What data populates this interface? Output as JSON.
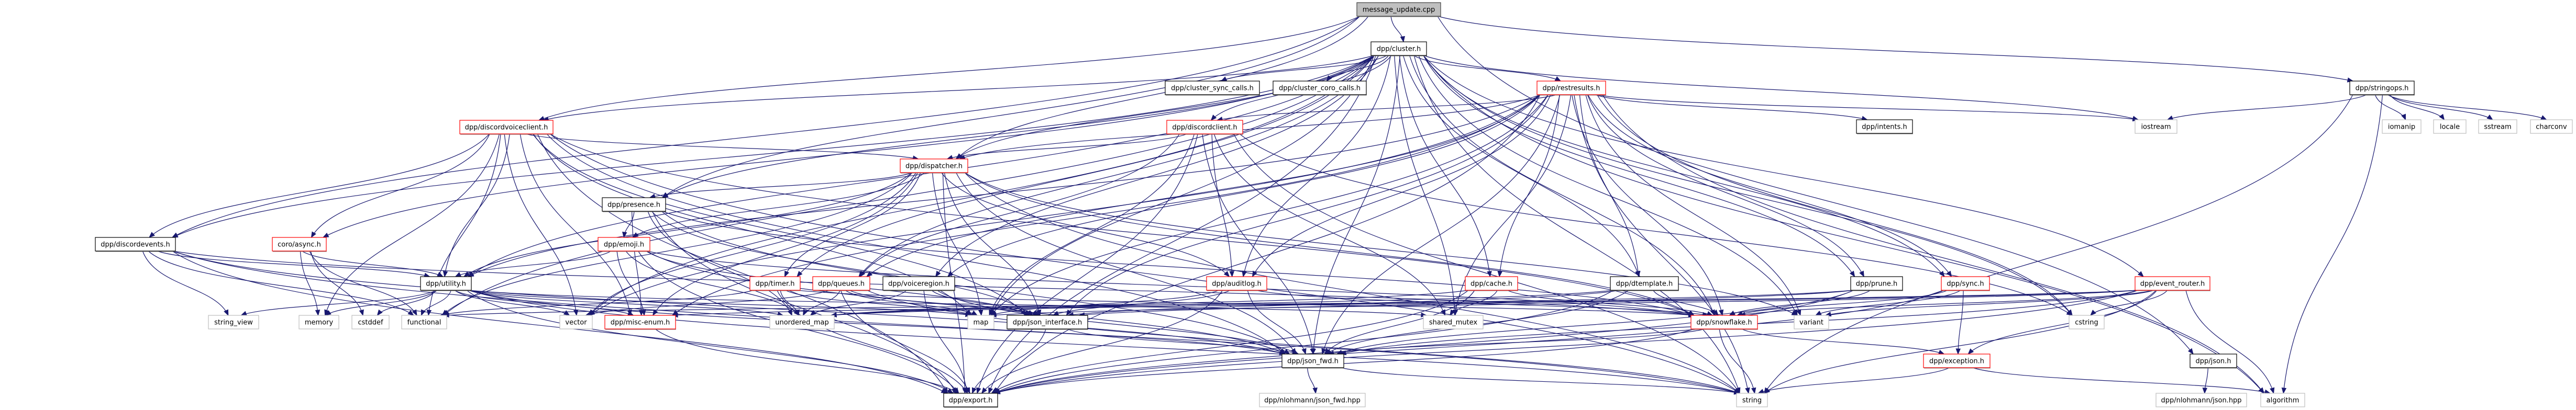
{
  "diagram": {
    "title": "message_update.cpp",
    "kind": "include-dependency-graph",
    "colors": {
      "edge": "#191970",
      "root_fill": "#bfbfbf",
      "root_border": "#404040",
      "documented_border": "#000000",
      "truncated_border": "#ff0000",
      "system_border": "#bfbfbf",
      "node_fill": "#ffffff"
    },
    "nodes": [
      {
        "id": "message_update",
        "label": "message_update.cpp",
        "style": "root"
      },
      {
        "id": "cluster",
        "label": "dpp/cluster.h",
        "style": "documented"
      },
      {
        "id": "cluster_sync_calls",
        "label": "dpp/cluster_sync_calls.h",
        "style": "documented"
      },
      {
        "id": "cluster_coro_calls",
        "label": "dpp/cluster_coro_calls.h",
        "style": "documented"
      },
      {
        "id": "restresults",
        "label": "dpp/restresults.h",
        "style": "truncated"
      },
      {
        "id": "intents",
        "label": "dpp/intents.h",
        "style": "documented"
      },
      {
        "id": "stringops",
        "label": "dpp/stringops.h",
        "style": "documented"
      },
      {
        "id": "discordvoiceclient",
        "label": "dpp/discordvoiceclient.h",
        "style": "truncated"
      },
      {
        "id": "discordclient",
        "label": "dpp/discordclient.h",
        "style": "truncated"
      },
      {
        "id": "dispatcher",
        "label": "dpp/dispatcher.h",
        "style": "truncated"
      },
      {
        "id": "presence",
        "label": "dpp/presence.h",
        "style": "documented"
      },
      {
        "id": "iostream",
        "label": "iostream",
        "style": "system"
      },
      {
        "id": "iomanip",
        "label": "iomanip",
        "style": "system"
      },
      {
        "id": "locale",
        "label": "locale",
        "style": "system"
      },
      {
        "id": "sstream",
        "label": "sstream",
        "style": "system"
      },
      {
        "id": "charconv",
        "label": "charconv",
        "style": "system"
      },
      {
        "id": "discordevents",
        "label": "dpp/discordevents.h",
        "style": "documented"
      },
      {
        "id": "async",
        "label": "coro/async.h",
        "style": "truncated"
      },
      {
        "id": "emoji",
        "label": "dpp/emoji.h",
        "style": "truncated"
      },
      {
        "id": "utility",
        "label": "dpp/utility.h",
        "style": "documented"
      },
      {
        "id": "timer",
        "label": "dpp/timer.h",
        "style": "truncated"
      },
      {
        "id": "queues",
        "label": "dpp/queues.h",
        "style": "truncated"
      },
      {
        "id": "voiceregion",
        "label": "dpp/voiceregion.h",
        "style": "documented"
      },
      {
        "id": "auditlog",
        "label": "dpp/auditlog.h",
        "style": "truncated"
      },
      {
        "id": "cache",
        "label": "dpp/cache.h",
        "style": "truncated"
      },
      {
        "id": "dtemplate",
        "label": "dpp/dtemplate.h",
        "style": "documented"
      },
      {
        "id": "prune",
        "label": "dpp/prune.h",
        "style": "documented"
      },
      {
        "id": "sync",
        "label": "dpp/sync.h",
        "style": "truncated"
      },
      {
        "id": "event_router",
        "label": "dpp/event_router.h",
        "style": "truncated"
      },
      {
        "id": "string_view",
        "label": "string_view",
        "style": "system"
      },
      {
        "id": "memory",
        "label": "memory",
        "style": "system"
      },
      {
        "id": "cstddef",
        "label": "cstddef",
        "style": "system"
      },
      {
        "id": "functional",
        "label": "functional",
        "style": "system"
      },
      {
        "id": "vector",
        "label": "vector",
        "style": "system"
      },
      {
        "id": "misc_enum",
        "label": "dpp/misc-enum.h",
        "style": "truncated"
      },
      {
        "id": "unordered_map",
        "label": "unordered_map",
        "style": "system"
      },
      {
        "id": "map",
        "label": "map",
        "style": "system"
      },
      {
        "id": "json_interface",
        "label": "dpp/json_interface.h",
        "style": "documented"
      },
      {
        "id": "shared_mutex",
        "label": "shared_mutex",
        "style": "system"
      },
      {
        "id": "snowflake",
        "label": "dpp/snowflake.h",
        "style": "truncated"
      },
      {
        "id": "variant",
        "label": "variant",
        "style": "system"
      },
      {
        "id": "cstring",
        "label": "cstring",
        "style": "system"
      },
      {
        "id": "json_fwd",
        "label": "dpp/json_fwd.h",
        "style": "documented"
      },
      {
        "id": "exception",
        "label": "dpp/exception.h",
        "style": "truncated"
      },
      {
        "id": "json",
        "label": "dpp/json.h",
        "style": "documented"
      },
      {
        "id": "export",
        "label": "dpp/export.h",
        "style": "documented"
      },
      {
        "id": "nlohmann_json_fwd",
        "label": "dpp/nlohmann/json_fwd.hpp",
        "style": "system"
      },
      {
        "id": "string",
        "label": "string",
        "style": "system"
      },
      {
        "id": "nlohmann_json",
        "label": "dpp/nlohmann/json.hpp",
        "style": "system"
      },
      {
        "id": "algorithm",
        "label": "algorithm",
        "style": "system"
      }
    ],
    "edges": [
      [
        "message_update",
        "cluster"
      ],
      [
        "message_update",
        "stringops"
      ],
      [
        "message_update",
        "discordevents"
      ],
      [
        "message_update",
        "presence"
      ],
      [
        "message_update",
        "dispatcher"
      ],
      [
        "message_update",
        "discordvoiceclient"
      ],
      [
        "message_update",
        "json"
      ],
      [
        "cluster",
        "cluster_sync_calls"
      ],
      [
        "cluster",
        "cluster_coro_calls"
      ],
      [
        "cluster",
        "restresults"
      ],
      [
        "cluster",
        "discordclient"
      ],
      [
        "cluster",
        "discordvoiceclient"
      ],
      [
        "cluster",
        "dispatcher"
      ],
      [
        "cluster",
        "discordevents"
      ],
      [
        "cluster",
        "presence"
      ],
      [
        "cluster",
        "async"
      ],
      [
        "cluster",
        "timer"
      ],
      [
        "cluster",
        "queues"
      ],
      [
        "cluster",
        "voiceregion"
      ],
      [
        "cluster",
        "auditlog"
      ],
      [
        "cluster",
        "cache"
      ],
      [
        "cluster",
        "dtemplate"
      ],
      [
        "cluster",
        "prune"
      ],
      [
        "cluster",
        "sync"
      ],
      [
        "cluster",
        "event_router"
      ],
      [
        "cluster",
        "shared_mutex"
      ],
      [
        "cluster",
        "json_fwd"
      ],
      [
        "cluster",
        "iostream"
      ],
      [
        "cluster",
        "string"
      ],
      [
        "cluster",
        "map"
      ],
      [
        "cluster",
        "vector"
      ],
      [
        "cluster",
        "functional"
      ],
      [
        "cluster",
        "export"
      ],
      [
        "cluster",
        "snowflake"
      ],
      [
        "cluster",
        "cstring"
      ],
      [
        "cluster",
        "algorithm"
      ],
      [
        "cluster",
        "variant"
      ],
      [
        "cluster",
        "utility"
      ],
      [
        "restresults",
        "intents"
      ],
      [
        "restresults",
        "discordclient"
      ],
      [
        "restresults",
        "dispatcher"
      ],
      [
        "restresults",
        "auditlog"
      ],
      [
        "restresults",
        "cache"
      ],
      [
        "restresults",
        "dtemplate"
      ],
      [
        "restresults",
        "prune"
      ],
      [
        "restresults",
        "sync"
      ],
      [
        "restresults",
        "snowflake"
      ],
      [
        "restresults",
        "shared_mutex"
      ],
      [
        "restresults",
        "json_fwd"
      ],
      [
        "restresults",
        "export"
      ],
      [
        "restresults",
        "string"
      ],
      [
        "restresults",
        "map"
      ],
      [
        "restresults",
        "variant"
      ],
      [
        "restresults",
        "vector"
      ],
      [
        "restresults",
        "iostream"
      ],
      [
        "restresults",
        "misc_enum"
      ],
      [
        "restresults",
        "json_interface"
      ],
      [
        "restresults",
        "queues"
      ],
      [
        "restresults",
        "voiceregion"
      ],
      [
        "restresults",
        "utility"
      ],
      [
        "restresults",
        "algorithm"
      ],
      [
        "restresults",
        "cstring"
      ],
      [
        "stringops",
        "iostream"
      ],
      [
        "stringops",
        "iomanip"
      ],
      [
        "stringops",
        "locale"
      ],
      [
        "stringops",
        "sstream"
      ],
      [
        "stringops",
        "charconv"
      ],
      [
        "stringops",
        "string"
      ],
      [
        "stringops",
        "algorithm"
      ],
      [
        "discordvoiceclient",
        "discordevents"
      ],
      [
        "discordvoiceclient",
        "dispatcher"
      ],
      [
        "discordvoiceclient",
        "async"
      ],
      [
        "discordvoiceclient",
        "utility"
      ],
      [
        "discordvoiceclient",
        "memory"
      ],
      [
        "discordvoiceclient",
        "functional"
      ],
      [
        "discordvoiceclient",
        "vector"
      ],
      [
        "discordvoiceclient",
        "misc_enum"
      ],
      [
        "discordvoiceclient",
        "map"
      ],
      [
        "discordvoiceclient",
        "json_interface"
      ],
      [
        "discordvoiceclient",
        "snowflake"
      ],
      [
        "discordvoiceclient",
        "export"
      ],
      [
        "discordvoiceclient",
        "string"
      ],
      [
        "discordvoiceclient",
        "json_fwd"
      ],
      [
        "discordclient",
        "dispatcher"
      ],
      [
        "discordclient",
        "json_fwd"
      ],
      [
        "discordclient",
        "export"
      ],
      [
        "discordclient",
        "map"
      ],
      [
        "discordclient",
        "shared_mutex"
      ],
      [
        "discordclient",
        "queues"
      ],
      [
        "discordclient",
        "auditlog"
      ],
      [
        "discordclient",
        "string"
      ],
      [
        "discordclient",
        "cstring"
      ],
      [
        "dispatcher",
        "presence"
      ],
      [
        "dispatcher",
        "emoji"
      ],
      [
        "dispatcher",
        "utility"
      ],
      [
        "dispatcher",
        "misc_enum"
      ],
      [
        "dispatcher",
        "timer"
      ],
      [
        "dispatcher",
        "export"
      ],
      [
        "dispatcher",
        "json_fwd"
      ],
      [
        "dispatcher",
        "snowflake"
      ],
      [
        "dispatcher",
        "variant"
      ],
      [
        "dispatcher",
        "string"
      ],
      [
        "dispatcher",
        "functional"
      ],
      [
        "dispatcher",
        "vector"
      ],
      [
        "dispatcher",
        "map"
      ],
      [
        "dispatcher",
        "auditlog"
      ],
      [
        "dispatcher",
        "json_interface"
      ],
      [
        "presence",
        "emoji"
      ],
      [
        "presence",
        "json_interface"
      ],
      [
        "presence",
        "snowflake"
      ],
      [
        "presence",
        "unordered_map"
      ],
      [
        "presence",
        "export"
      ],
      [
        "presence",
        "misc_enum"
      ],
      [
        "presence",
        "json_fwd"
      ],
      [
        "discordevents",
        "utility"
      ],
      [
        "discordevents",
        "string_view"
      ],
      [
        "discordevents",
        "functional"
      ],
      [
        "discordevents",
        "snowflake"
      ],
      [
        "discordevents",
        "export"
      ],
      [
        "discordevents",
        "json_fwd"
      ],
      [
        "discordevents",
        "string"
      ],
      [
        "async",
        "utility"
      ],
      [
        "async",
        "cstddef"
      ],
      [
        "async",
        "functional"
      ],
      [
        "async",
        "memory"
      ],
      [
        "emoji",
        "utility"
      ],
      [
        "emoji",
        "misc_enum"
      ],
      [
        "emoji",
        "snowflake"
      ],
      [
        "emoji",
        "json_interface"
      ],
      [
        "emoji",
        "export"
      ],
      [
        "emoji",
        "unordered_map"
      ],
      [
        "emoji",
        "json_fwd"
      ],
      [
        "utility",
        "string_view"
      ],
      [
        "utility",
        "memory"
      ],
      [
        "utility",
        "cstddef"
      ],
      [
        "utility",
        "functional"
      ],
      [
        "utility",
        "vector"
      ],
      [
        "utility",
        "misc_enum"
      ],
      [
        "utility",
        "export"
      ],
      [
        "utility",
        "string"
      ],
      [
        "utility",
        "json_fwd"
      ],
      [
        "utility",
        "map"
      ],
      [
        "utility",
        "shared_mutex"
      ],
      [
        "utility",
        "unordered_map"
      ],
      [
        "timer",
        "unordered_map"
      ],
      [
        "timer",
        "map"
      ],
      [
        "timer",
        "functional"
      ],
      [
        "timer",
        "export"
      ],
      [
        "timer",
        "snowflake"
      ],
      [
        "queues",
        "unordered_map"
      ],
      [
        "queues",
        "map"
      ],
      [
        "queues",
        "export"
      ],
      [
        "queues",
        "string"
      ],
      [
        "queues",
        "vector"
      ],
      [
        "queues",
        "json_interface"
      ],
      [
        "voiceregion",
        "unordered_map"
      ],
      [
        "voiceregion",
        "json_interface"
      ],
      [
        "voiceregion",
        "export"
      ],
      [
        "voiceregion",
        "json_fwd"
      ],
      [
        "auditlog",
        "snowflake"
      ],
      [
        "auditlog",
        "json_fwd"
      ],
      [
        "auditlog",
        "json_interface"
      ],
      [
        "auditlog",
        "export"
      ],
      [
        "auditlog",
        "map"
      ],
      [
        "cache",
        "shared_mutex"
      ],
      [
        "cache",
        "snowflake"
      ],
      [
        "cache",
        "export"
      ],
      [
        "cache",
        "unordered_map"
      ],
      [
        "cache",
        "json_fwd"
      ],
      [
        "dtemplate",
        "snowflake"
      ],
      [
        "dtemplate",
        "json_fwd"
      ],
      [
        "dtemplate",
        "export"
      ],
      [
        "dtemplate",
        "unordered_map"
      ],
      [
        "dtemplate",
        "json_interface"
      ],
      [
        "prune",
        "snowflake"
      ],
      [
        "prune",
        "json_fwd"
      ],
      [
        "prune",
        "export"
      ],
      [
        "prune",
        "unordered_map"
      ],
      [
        "prune",
        "json_interface"
      ],
      [
        "sync",
        "exception"
      ],
      [
        "sync",
        "snowflake"
      ],
      [
        "sync",
        "export"
      ],
      [
        "sync",
        "variant"
      ],
      [
        "event_router",
        "cstring"
      ],
      [
        "event_router",
        "exception"
      ],
      [
        "event_router",
        "algorithm"
      ],
      [
        "event_router",
        "snowflake"
      ],
      [
        "event_router",
        "variant"
      ],
      [
        "event_router",
        "export"
      ],
      [
        "event_router",
        "json_fwd"
      ],
      [
        "event_router",
        "string"
      ],
      [
        "event_router",
        "map"
      ],
      [
        "event_router",
        "functional"
      ],
      [
        "event_router",
        "misc_enum"
      ],
      [
        "snowflake",
        "exception"
      ],
      [
        "snowflake",
        "json_fwd"
      ],
      [
        "snowflake",
        "export"
      ],
      [
        "snowflake",
        "string"
      ],
      [
        "json_interface",
        "json_fwd"
      ],
      [
        "json_interface",
        "export"
      ],
      [
        "misc_enum",
        "export"
      ],
      [
        "json_fwd",
        "nlohmann_json_fwd"
      ],
      [
        "json_fwd",
        "string"
      ],
      [
        "exception",
        "string"
      ],
      [
        "exception",
        "algorithm"
      ],
      [
        "json",
        "nlohmann_json"
      ]
    ]
  }
}
